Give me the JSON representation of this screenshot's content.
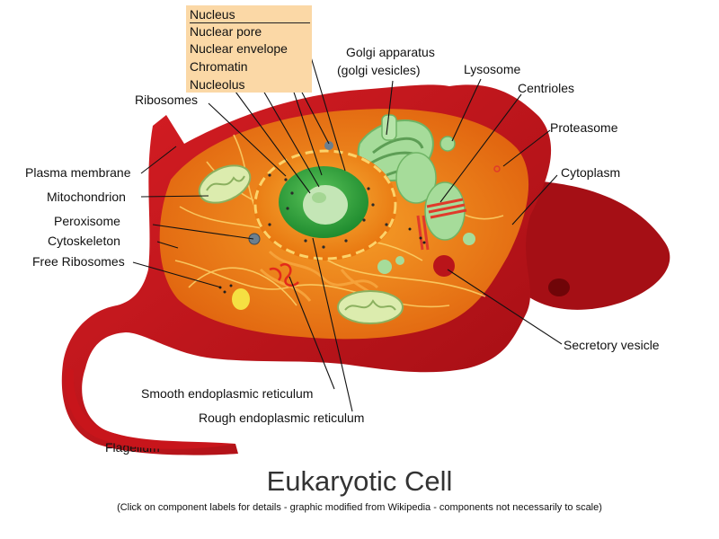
{
  "labels": {
    "nucleus": "Nucleus",
    "nuclear_pore": "Nuclear pore",
    "nuclear_envelope": "Nuclear envelope",
    "chromatin": "Chromatin",
    "nucleolus": "Nucleolus",
    "ribosomes": "Ribosomes",
    "golgi_line1": "Golgi apparatus",
    "golgi_line2": "(golgi vesicles)",
    "lysosome": "Lysosome",
    "centrioles": "Centrioles",
    "proteasome": "Proteasome",
    "cytoplasm": "Cytoplasm",
    "plasma_membrane": "Plasma membrane",
    "mitochondrion": "Mitochondrion",
    "peroxisome": "Peroxisome",
    "cytoskeleton": "Cytoskeleton",
    "free_ribosomes": "Free Ribosomes",
    "secretory_vesicle": "Secretory vesicle",
    "smooth_er": "Smooth endoplasmic reticulum",
    "rough_er": "Rough endoplasmic reticulum",
    "flagellum": "Flagellum"
  },
  "title": "Eukaryotic Cell",
  "caption": "(Click on component labels for details - graphic modified from Wikipedia - components not necessarily to scale)",
  "colors": {
    "membrane": "#c8151b",
    "membrane_dark": "#9e0c12",
    "cytoplasm": "#ef7d14",
    "nucleus_envelope": "#f29a1c",
    "nucleus_inner": "#2fa83a",
    "nucleolus": "#bfe3b4",
    "golgi": "#a6dc9a",
    "label_highlight": "#fbd8a6"
  }
}
